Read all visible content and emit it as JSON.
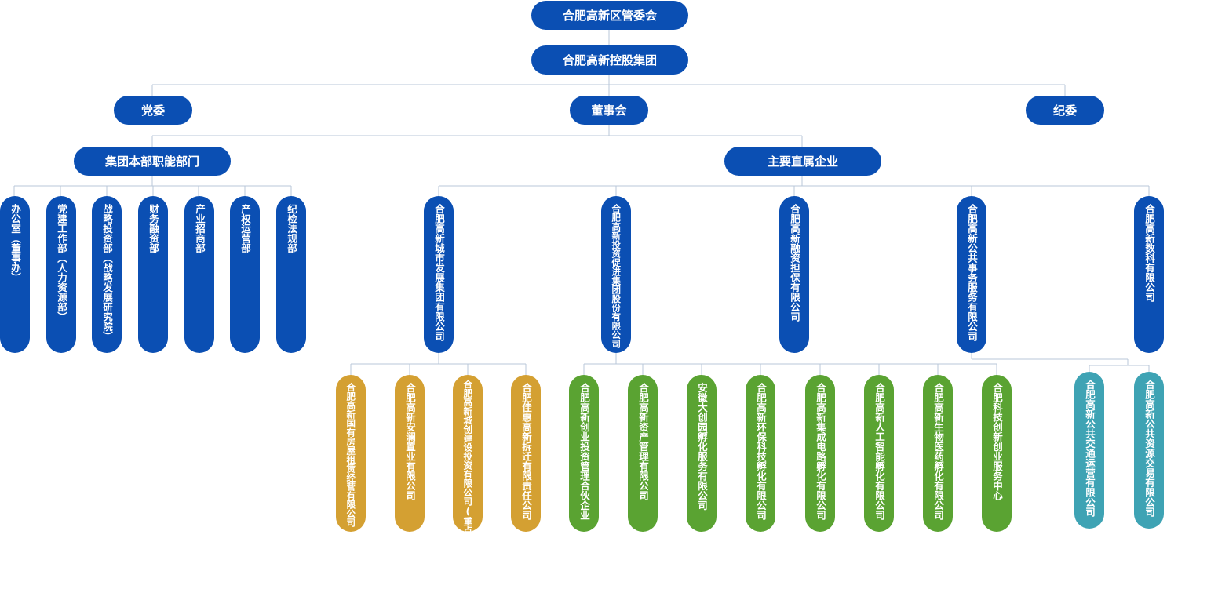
{
  "colors": {
    "blue": "#0b4fb3",
    "gold": "#d4a032",
    "green": "#5aa332",
    "teal": "#3ea3b4",
    "line": "#b8c7d9"
  },
  "top": {
    "committee": "合肥高新区管委会",
    "group": "合肥高新控股集团"
  },
  "level2": {
    "party": "党委",
    "board": "董事会",
    "discipline": "纪委"
  },
  "level3": {
    "hq": "集团本部职能部门",
    "subs": "主要直属企业"
  },
  "departments": [
    "办公室（董事办）",
    "党建工作部（人力资源部）",
    "战略投资部（战略发展研究院）",
    "财务融资部",
    "产业招商部",
    "产权运营部",
    "纪检法规部"
  ],
  "companies": [
    "合肥高新城市发展集团有限公司",
    "合肥高新投资促进集团股份有限公司",
    "合肥高新融资担保有限公司",
    "合肥高新公共事务服务有限公司",
    "合肥高新数科有限公司"
  ],
  "city_subs": [
    "合肥高新国有房屋租赁经营有限公司",
    "合肥高新安澜置业有限公司",
    "合肥高新城创建设投资有限公司(重点工程管理中心)",
    "合肥佳惠高新拆迁有限责任公司"
  ],
  "invest_subs": [
    "合肥高新创业投资管理合伙企业",
    "合肥高新资产管理有限公司",
    "安徽大创园孵化服务有限公司",
    "合肥高新环保科技孵化有限公司",
    "合肥高新集成电路孵化有限公司",
    "合肥高新人工智能孵化有限公司",
    "合肥高新生物医药孵化有限公司",
    "合肥科技创新创业服务中心"
  ],
  "public_subs": [
    "合肥高新公共交通运营有限公司",
    "合肥高新公共资源交易有限公司"
  ]
}
